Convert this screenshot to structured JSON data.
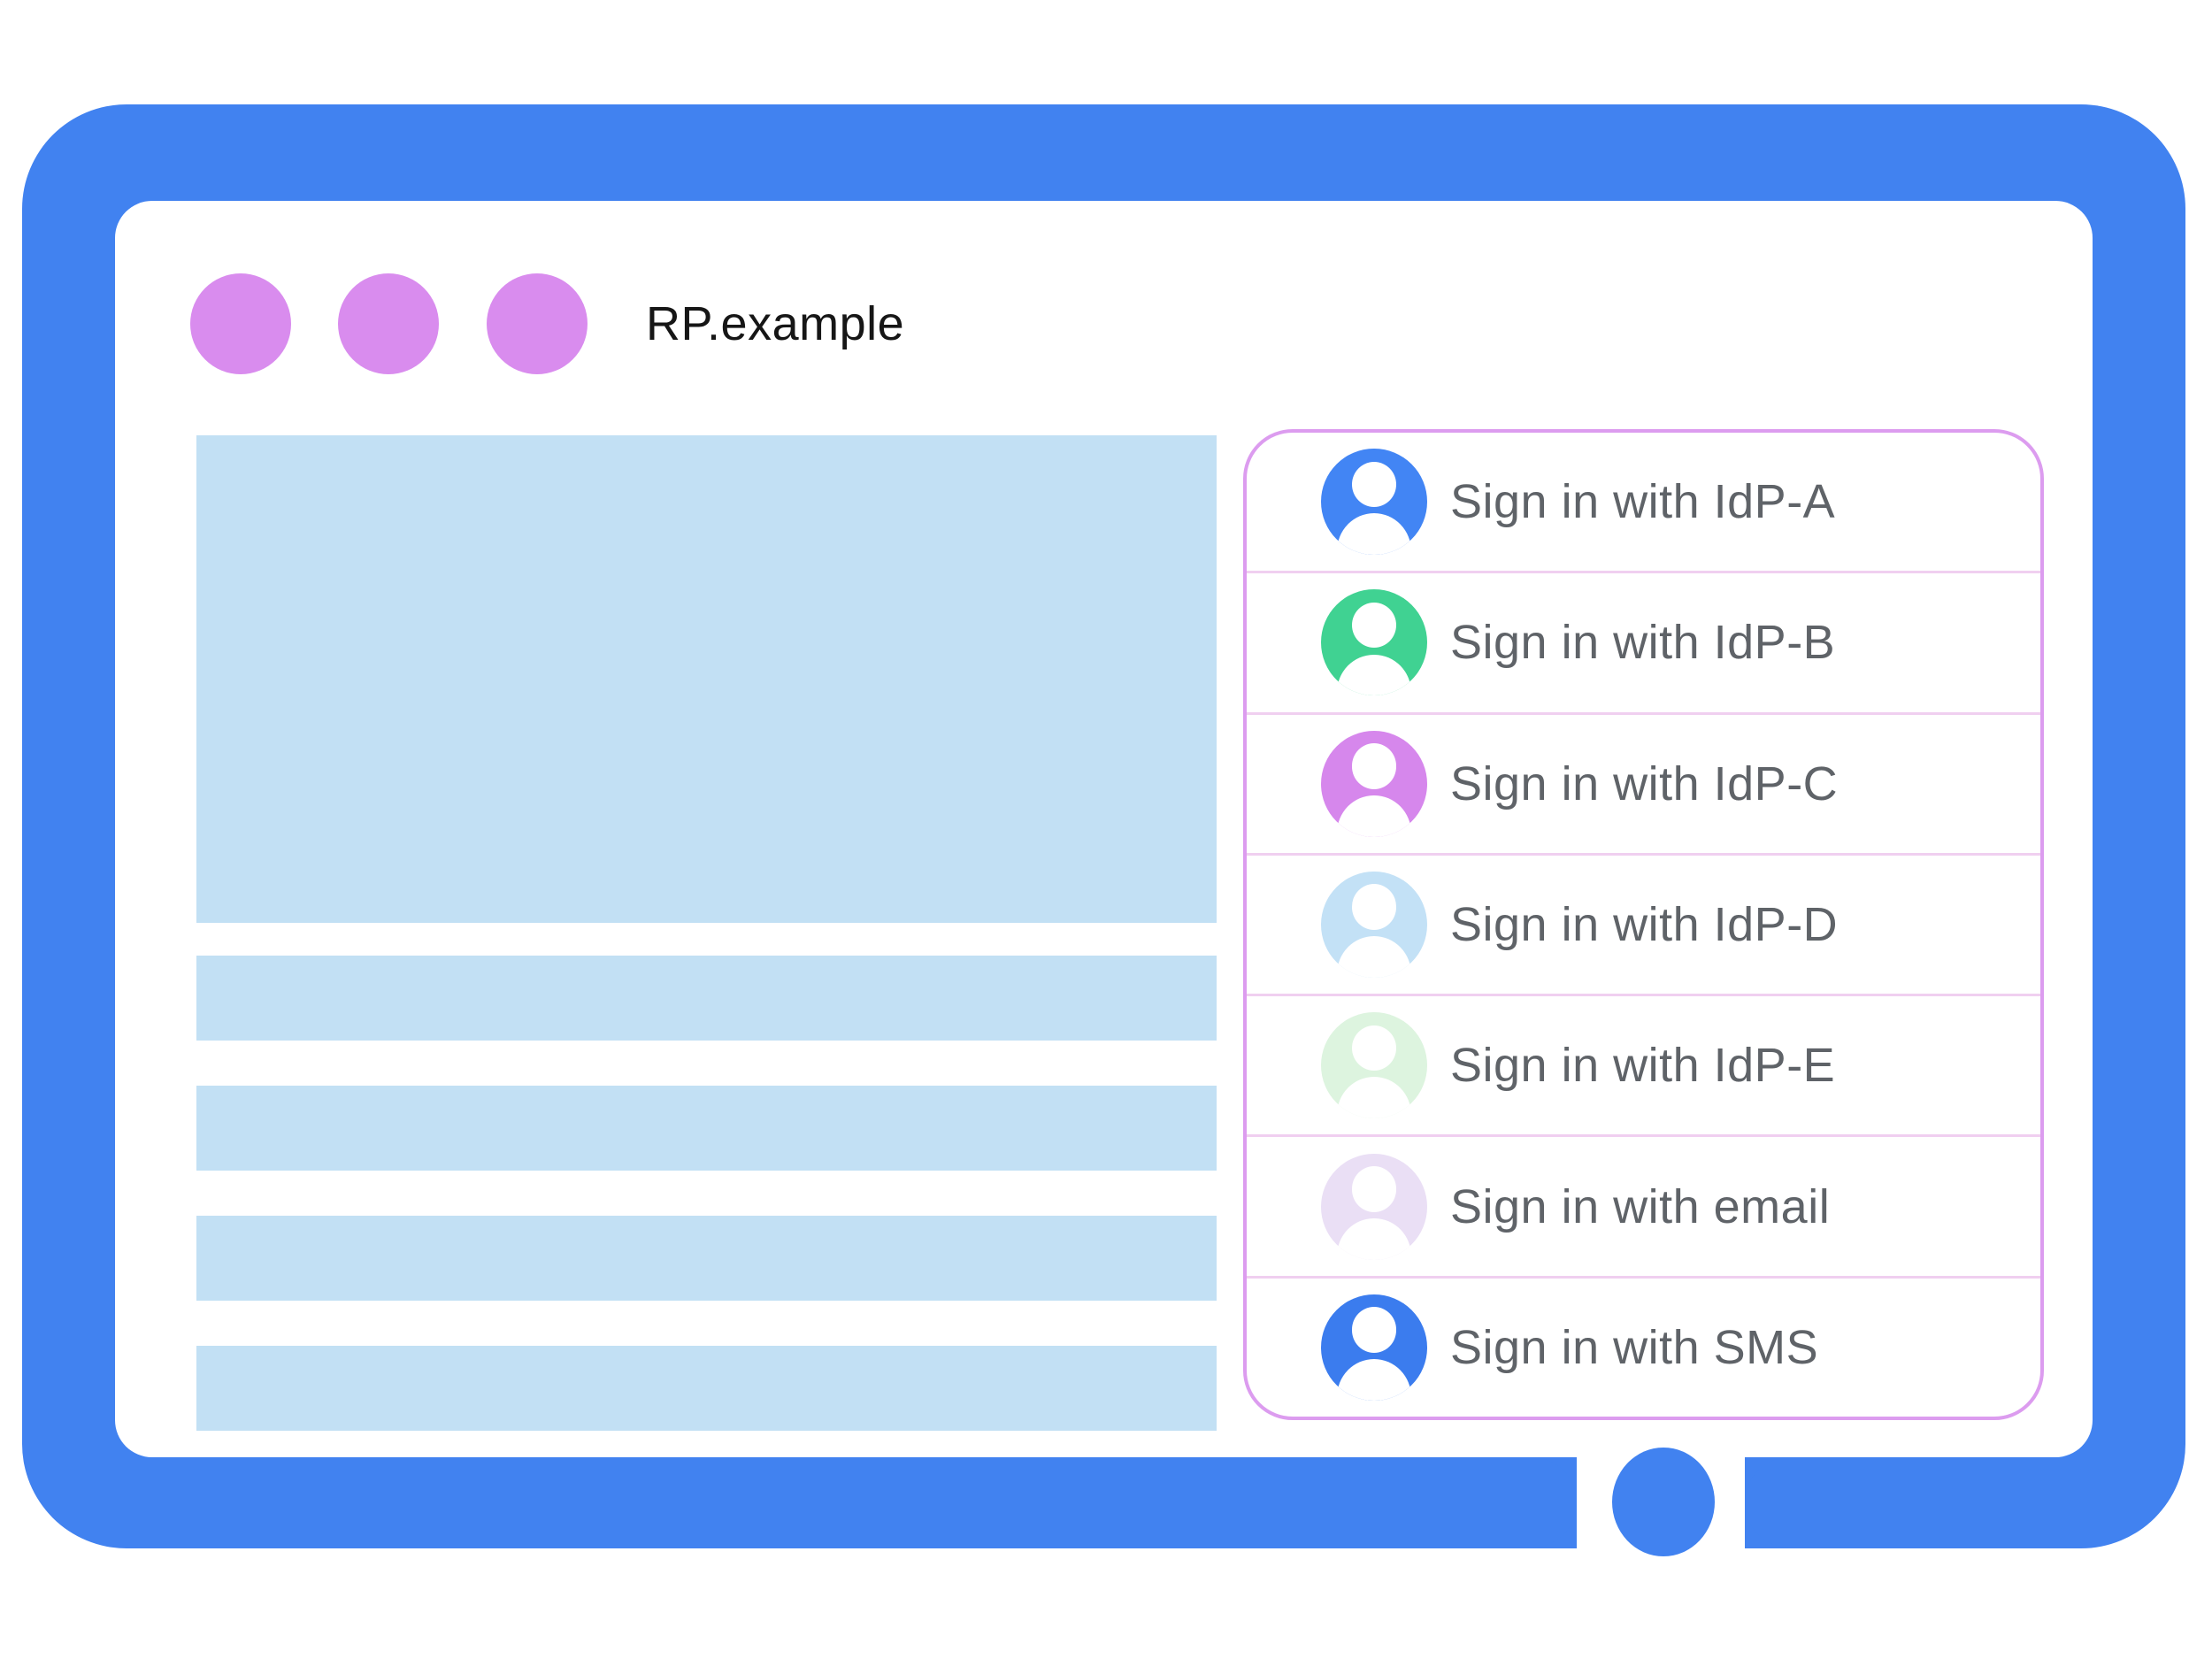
{
  "window": {
    "title": "RP.example",
    "frame_color": "#4182f0",
    "control_dot_color": "#d98cee"
  },
  "content": {
    "placeholder_color": "#c2e0f4"
  },
  "signin_panel": {
    "border_color": "#dc9cef",
    "divider_color": "#f0cff0",
    "text_color": "#5f6368",
    "items": [
      {
        "label": "Sign in with IdP-A",
        "avatar_color": "#4285f4"
      },
      {
        "label": "Sign in with IdP-B",
        "avatar_color": "#40d292"
      },
      {
        "label": "Sign in with IdP-C",
        "avatar_color": "#d687ec"
      },
      {
        "label": "Sign in with IdP-D",
        "avatar_color": "#c3e1f6"
      },
      {
        "label": "Sign in with IdP-E",
        "avatar_color": "#ddf4df"
      },
      {
        "label": "Sign in with email",
        "avatar_color": "#eadff5"
      },
      {
        "label": "Sign in with SMS",
        "avatar_color": "#3b7cee"
      }
    ]
  }
}
